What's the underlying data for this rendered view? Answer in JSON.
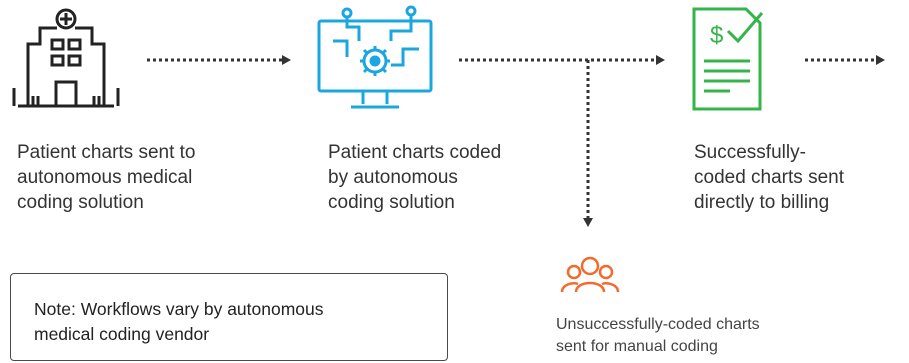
{
  "steps": {
    "hospital": {
      "icon": "hospital-icon",
      "caption_lines": [
        "Patient charts sent to",
        "autonomous medical",
        "coding solution"
      ]
    },
    "computer": {
      "icon": "computer-chip-icon",
      "caption_lines": [
        "Patient charts coded",
        "by autonomous",
        "coding solution"
      ]
    },
    "billing": {
      "icon": "invoice-check-icon",
      "caption_lines": [
        "Successfully-",
        "coded charts sent",
        "directly to billing"
      ]
    },
    "manual": {
      "icon": "people-group-icon",
      "caption_lines": [
        "Unsuccessfully-coded charts",
        "sent for manual coding"
      ]
    }
  },
  "note": {
    "text_lines": [
      "Note: Workflows vary by autonomous",
      "medical coding vendor"
    ]
  },
  "colors": {
    "hospital": "#222222",
    "computer": "#1aa7e0",
    "billing": "#33b54a",
    "manual": "#f26b2d",
    "arrow": "#333333"
  }
}
